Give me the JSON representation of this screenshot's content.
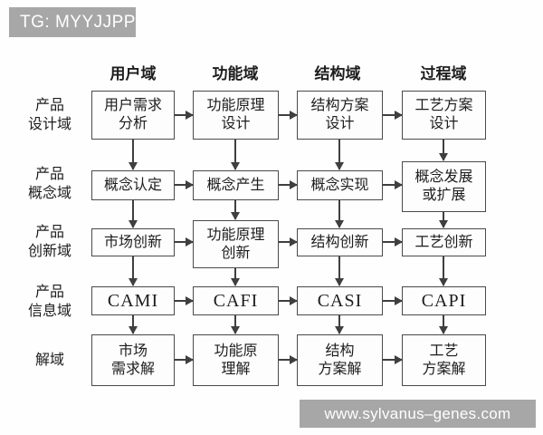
{
  "banner": {
    "text": "TG: MYYJJPP"
  },
  "watermark": {
    "text": "www.sylvanus–genes.com"
  },
  "colors": {
    "banner_bg": "#a7a7a7",
    "banner_text": "#ffffff",
    "line": "#3f3f3f",
    "text": "#1d1d1d",
    "background": "#fefefe"
  },
  "diagram": {
    "column_headers": [
      "用户域",
      "功能域",
      "结构域",
      "过程域"
    ],
    "row_labels": [
      "产品\n设计域",
      "产品\n概念域",
      "产品\n创新域",
      "产品\n信息域",
      "解域"
    ],
    "rows": [
      {
        "cells": [
          "用户需求\n分析",
          "功能原理\n设计",
          "结构方案\n设计",
          "工艺方案\n设计"
        ]
      },
      {
        "cells": [
          "概念认定",
          "概念产生",
          "概念实现",
          "概念发展\n或扩展"
        ]
      },
      {
        "cells": [
          "市场创新",
          "功能原理\n创新",
          "结构创新",
          "工艺创新"
        ]
      },
      {
        "cells": [
          "CAMI",
          "CAFI",
          "CASI",
          "CAPI"
        ]
      },
      {
        "cells": [
          "市场\n需求解",
          "功能原\n理解",
          "结构\n方案解",
          "工艺\n方案解"
        ]
      }
    ]
  }
}
